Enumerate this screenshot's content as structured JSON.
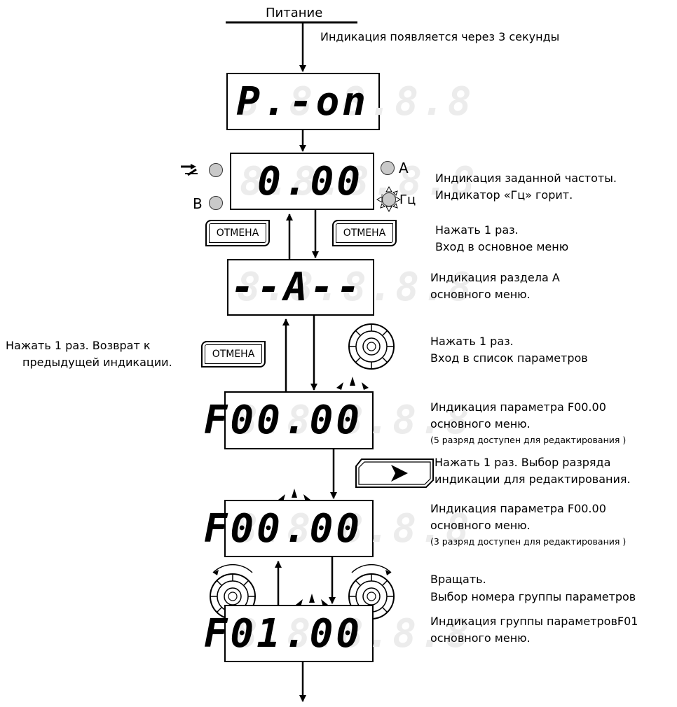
{
  "power": {
    "label": "Питание",
    "note": "Индикация появляется через 3 секунды"
  },
  "displays": {
    "pon": "P.-on",
    "freq": "0.00",
    "section": "--A--",
    "param1": "F00.00",
    "param2": "F00.00",
    "param3": "F01.00"
  },
  "indicators": {
    "a": "A",
    "hz": "Гц",
    "b": "B"
  },
  "buttons": {
    "cancel": "ОТМЕНА"
  },
  "notes": {
    "freq_1": "Индикация заданной частоты.",
    "freq_2": "Индикатор «Гц» горит.",
    "press_cancel_1": "Нажать 1 раз.",
    "press_cancel_2": "Вход в основное меню",
    "section_1": "Индикация раздела А",
    "section_2": "основного меню.",
    "press_knob_1": "Нажать 1 раз.",
    "press_knob_2": "Вход в список параметров",
    "return_1": "Нажать 1 раз. Возврат к",
    "return_2": "предыдущей индикации.",
    "param1_1": "Индикация параметра F00.00",
    "param1_2": "основного меню.",
    "param1_3": "(5 разряд доступен для редактирования )",
    "press_right_1": "Нажать 1 раз. Выбор разряда",
    "press_right_2": "индикации для редактирования.",
    "param2_1": "Индикация параметра F00.00",
    "param2_2": "основного меню.",
    "param2_3": "(3 разряд доступен для редактирования )",
    "rotate_1": "Вращать.",
    "rotate_2": "Выбор номера группы параметров",
    "group_1": "Индикация группы параметровF01",
    "group_2": "основного меню."
  }
}
